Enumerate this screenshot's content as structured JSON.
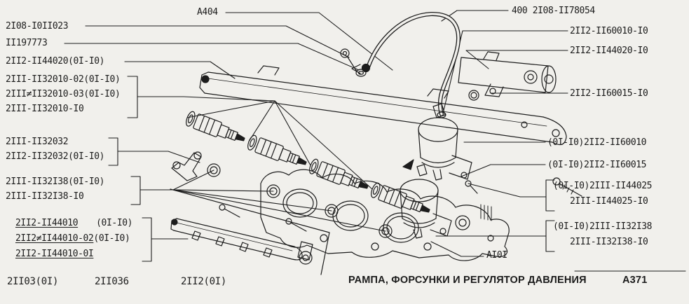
{
  "colors": {
    "ink": "#1c1c1c",
    "paper": "#f1f0ec"
  },
  "callouts_left": {
    "c1": "2I08-I0II023",
    "c2": "II197773",
    "c3": "2II2-II44020(0I-I0)",
    "g1a": "2III-II32010-02(0I-I0)",
    "g1b": "2III≠II32010-03(0I-I0)",
    "g1c": "2III-II32010-I0",
    "g2a": "2III-II32032",
    "g2b": "2II2-II32032(0I-I0)",
    "g3a": "2III-II32I38(0I-I0)",
    "g3b": "2III-II32I38-I0",
    "g4a_main": "2II2-II44010",
    "g4a_suffix": "(0I-I0)",
    "g4b_main": "2II2≠II44010-02",
    "g4b_suffix": "(0I-I0)",
    "g4c_main": "2II2-II44010-0I"
  },
  "callouts_top": {
    "a404": "A404"
  },
  "callouts_right": {
    "r1": "400 2I08-II78054",
    "r2": "2II2-II60010-I0",
    "r3": "2II2-II44020-I0",
    "r4": "2II2-II60015-I0",
    "r5": "(0I-I0)2II2-II60010",
    "r6": "(0I-I0)2II2-II60015",
    "r7a": "(0I-I0)2III-II44025",
    "r7b": "2III-II44025-I0",
    "r8a": "(0I-I0)2III-II32I38",
    "r8b": "2III-II32I38-I0",
    "r9": "AI0I"
  },
  "footer": {
    "model_1": "2II03(0I)",
    "model_2": "2II036",
    "model_3": "2II2(0I)",
    "title": "РАМПА, ФОРСУНКИ И РЕГУЛЯТОР ДАВЛЕНИЯ",
    "sheet": "А371"
  }
}
